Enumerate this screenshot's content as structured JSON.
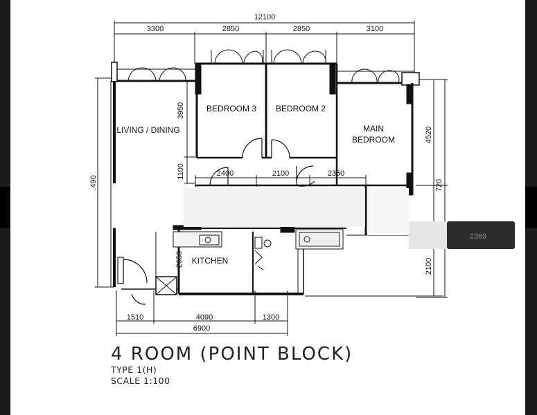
{
  "plan": {
    "title": "4 ROOM (POINT BLOCK)",
    "type_label": "TYPE 1(H)",
    "scale_label": "SCALE 1:100"
  },
  "rooms": {
    "living_dining": "LIVING / DINING",
    "bedroom3": "BEDROOM 3",
    "bedroom2": "BEDROOM 2",
    "main_bedroom_line1": "MAIN",
    "main_bedroom_line2": "BEDROOM",
    "kitchen": "KITCHEN"
  },
  "dimensions": {
    "top_total": "12100",
    "top_1": "3300",
    "top_2": "2850",
    "top_3": "2850",
    "top_4": "3100",
    "left_height": ".490",
    "bedroom_height": "3950",
    "corridor_height": "1100",
    "corridor_1": "2400",
    "corridor_2": "2100",
    "corridor_3": "2350",
    "right_upper": "4520",
    "right_mid": "720",
    "right_lower": "2100",
    "kitchen_depth": "2650",
    "bottom_1": "1510",
    "bottom_2": "4090",
    "bottom_3": "1300",
    "bottom_total": "6900",
    "label_right": "2369"
  }
}
